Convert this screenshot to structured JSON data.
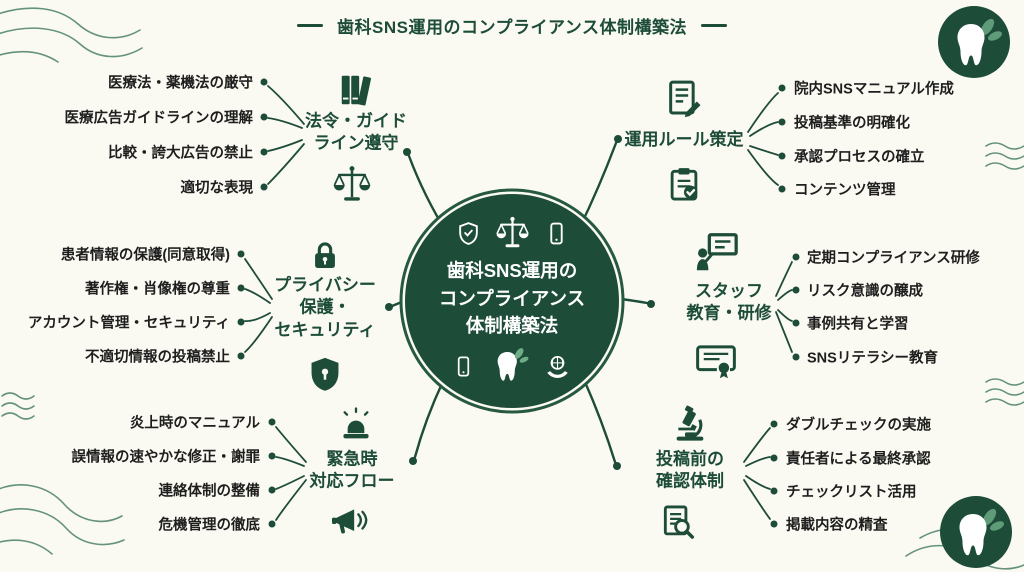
{
  "colors": {
    "primary": "#1d4c39",
    "background": "#faf9f2",
    "item_text": "#1e1e1e",
    "leaf": "#5f9b78"
  },
  "header": {
    "title": "歯科SNS運用のコンプライアンス体制構築法"
  },
  "center": {
    "lines": [
      "歯科SNS運用の",
      "コンプライアンス",
      "体制構築法"
    ],
    "icons_top": [
      "shield-check-icon",
      "scales-icon",
      "smartphone-icon"
    ],
    "icons_bottom": [
      "smartphone-icon",
      "tooth-icon",
      "hands-globe-icon"
    ]
  },
  "branches": [
    {
      "id": "legal-compliance",
      "label": "法令・ガイド\nライン遵守",
      "icon_top": "books-icon",
      "icon_bottom": "scales-icon",
      "items": [
        "医療法・薬機法の厳守",
        "医療広告ガイドラインの理解",
        "比較・誇大広告の禁止",
        "適切な表現"
      ]
    },
    {
      "id": "privacy-security",
      "label": "プライバシー\n保護・\nセキュリティ",
      "icon_top": "lock-icon",
      "icon_bottom": "shield-lock-icon",
      "items": [
        "患者情報の保護(同意取得)",
        "著作権・肖像権の尊重",
        "アカウント管理・セキュリティ",
        "不適切情報の投稿禁止"
      ]
    },
    {
      "id": "emergency-flow",
      "label": "緊急時\n対応フロー",
      "icon_top": "siren-icon",
      "icon_bottom": "megaphone-icon",
      "items": [
        "炎上時のマニュアル",
        "誤情報の速やかな修正・謝罪",
        "連絡体制の整備",
        "危機管理の徹底"
      ]
    },
    {
      "id": "operation-rules",
      "label": "運用ルール策定",
      "icon_top": "document-pencil-icon",
      "icon_bottom": "clipboard-check-icon",
      "items": [
        "院内SNSマニュアル作成",
        "投稿基準の明確化",
        "承認プロセスの確立",
        "コンテンツ管理"
      ]
    },
    {
      "id": "staff-training",
      "label": "スタッフ\n教育・研修",
      "icon_top": "presentation-icon",
      "icon_bottom": "certificate-icon",
      "items": [
        "定期コンプライアンス研修",
        "リスク意識の醸成",
        "事例共有と学習",
        "SNSリテラシー教育"
      ]
    },
    {
      "id": "pre-post-check",
      "label": "投稿前の\n確認体制",
      "icon_top": "microscope-icon",
      "icon_bottom": "magnifier-document-icon",
      "items": [
        "ダブルチェックの実施",
        "責任者による最終承認",
        "チェックリスト活用",
        "掲載内容の精査"
      ]
    }
  ]
}
